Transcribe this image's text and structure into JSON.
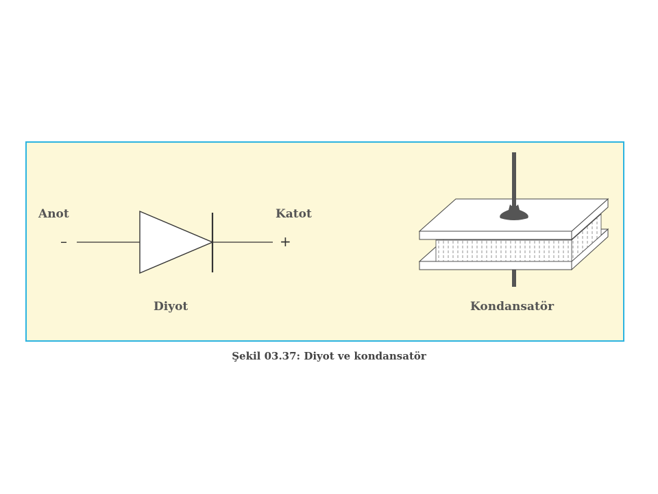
{
  "diode": {
    "anode_label": "Anot",
    "cathode_label": "Katot",
    "minus_sign": "–",
    "plus_sign": "+",
    "name": "Diyot"
  },
  "capacitor": {
    "name": "Kondansatör"
  },
  "caption": "Şekil 03.37: Diyot ve kondansatör",
  "colors": {
    "panel_background": "#fdf8d8",
    "panel_border": "#2bb3e0",
    "terminal": "#555555"
  }
}
